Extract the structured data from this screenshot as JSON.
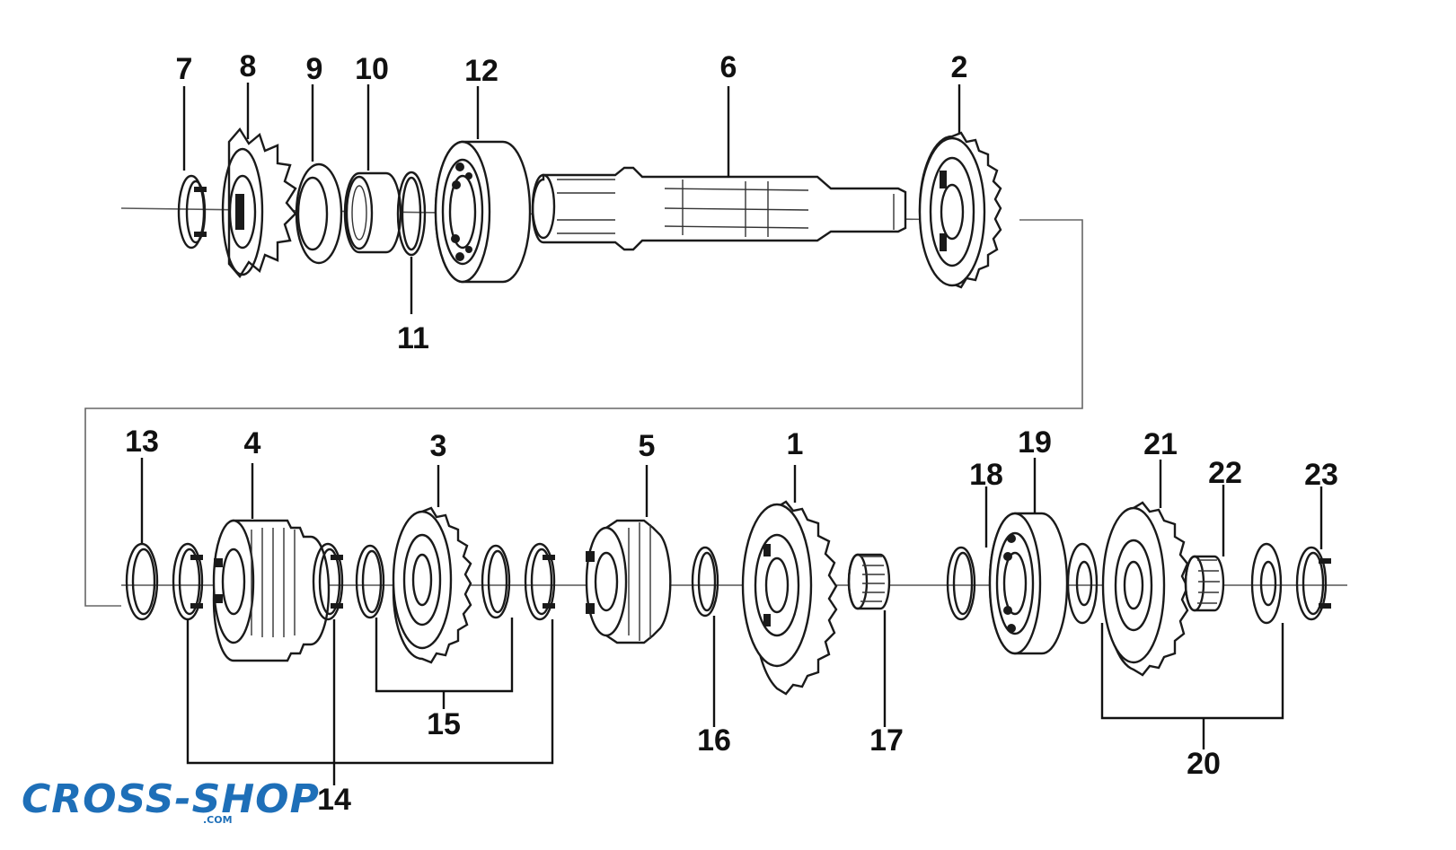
{
  "diagram": {
    "part_numbers": {
      "p1": "1",
      "p2": "2",
      "p3": "3",
      "p4": "4",
      "p5": "5",
      "p6": "6",
      "p7": "7",
      "p8": "8",
      "p9": "9",
      "p10": "10",
      "p11": "11",
      "p12": "12",
      "p13": "13",
      "p14": "14",
      "p15": "15",
      "p16": "16",
      "p17": "17",
      "p18": "18",
      "p19": "19",
      "p20": "20",
      "p21": "21",
      "p22": "22",
      "p23": "23"
    }
  },
  "logo": {
    "brand": "CROSS-SHOP",
    "suffix": ".COM",
    "color": "#1e6fb8"
  }
}
